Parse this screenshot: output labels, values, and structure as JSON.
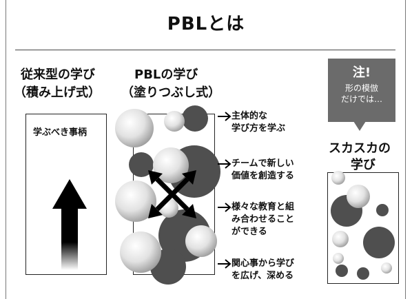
{
  "title": "PBLとは",
  "traditional": {
    "heading_line1": "従来型の学び",
    "heading_line2": "（積み上げ式）",
    "box_label": "学ぶべき事柄"
  },
  "pbl": {
    "heading_line1": "PBLの学び",
    "heading_line2": "（塗りつぶし式）",
    "items": [
      {
        "line1": "主体的な",
        "line2": "学び方を学ぶ"
      },
      {
        "line1": "チームで新しい",
        "line2": "価値を創造する"
      },
      {
        "line1": "様々な教育と組",
        "line2": "み合わせること",
        "line3": "ができる"
      },
      {
        "line1": "関心事から学び",
        "line2": "を広げ、深める"
      }
    ]
  },
  "note": {
    "head": "注!",
    "line1": "形の模倣",
    "line2": "だけでは…"
  },
  "sukasuka": {
    "line1": "スカスカの",
    "line2": "学び"
  },
  "colors": {
    "dark_circle": "#4f4f4f",
    "note_bg": "#6b6b6b"
  }
}
